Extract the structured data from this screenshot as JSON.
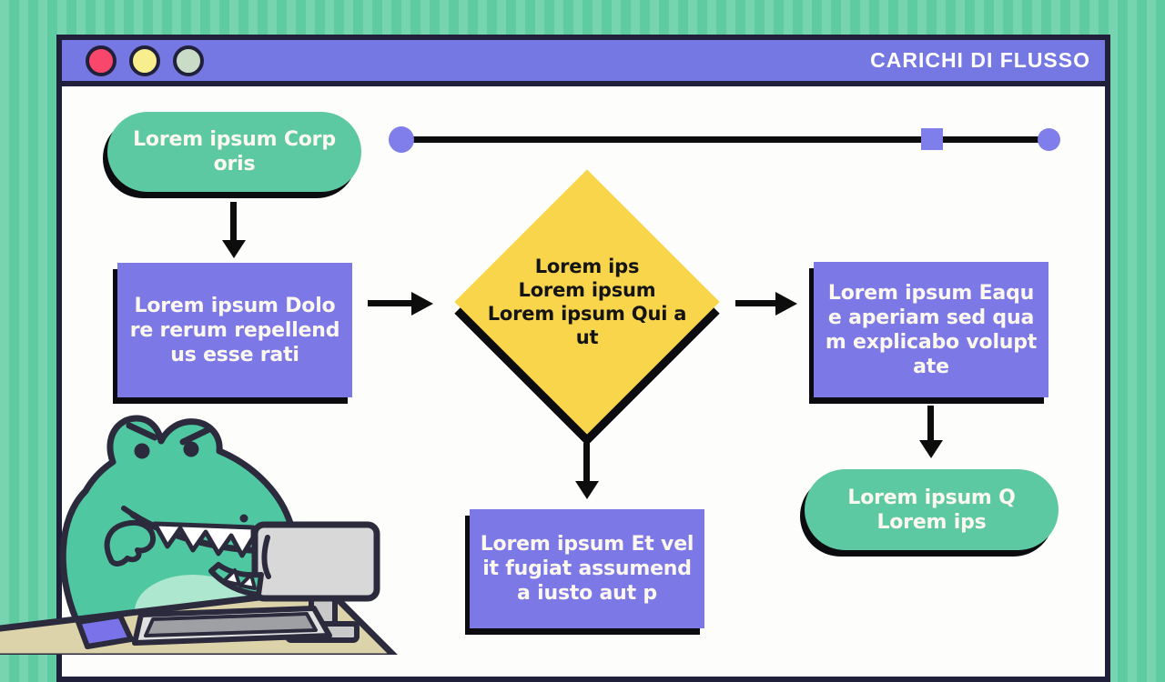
{
  "window": {
    "title": "CARICHI DI FLUSSO",
    "traffic_lights": [
      {
        "name": "close",
        "color": "#f8476b"
      },
      {
        "name": "minimize",
        "color": "#f8ee8d"
      },
      {
        "name": "maximize",
        "color": "#c9dcc8"
      }
    ]
  },
  "flowchart": {
    "start_pill": {
      "lines": [
        "Lorem ipsum Corp",
        "oris"
      ]
    },
    "process_rect_left": {
      "lines": [
        "Lorem ipsum Dolo",
        "re rerum repellend",
        "us esse rati"
      ]
    },
    "decision_diamond": {
      "lines": [
        "Lorem ips",
        "Lorem ipsum",
        "Lorem ipsum Qui a",
        "ut"
      ]
    },
    "process_rect_right": {
      "lines": [
        "Lorem ipsum Eaqu",
        "e aperiam sed qua",
        "m explicabo volupt",
        "ate"
      ]
    },
    "process_rect_bottom": {
      "lines": [
        "Lorem ipsum Et vel",
        "it fugiat assumend",
        "a iusto aut p"
      ]
    },
    "end_pill": {
      "lines": [
        "Lorem ipsum Q",
        "Lorem ips"
      ]
    }
  },
  "timeline": {
    "markers": [
      "circle",
      "square",
      "circle"
    ]
  },
  "colors": {
    "background_green": "#5ecba1",
    "stripe_green": "#76d5b0",
    "titlebar_purple": "#7577e2",
    "shape_purple": "#7c79e6",
    "pill_green": "#5dc9a2",
    "diamond_yellow": "#f8d54b",
    "outline_dark": "#20203a",
    "arrow_black": "#0d0d0d",
    "marker_purple": "#7f7eea"
  },
  "mascot": {
    "name": "crocodile-at-computer"
  }
}
